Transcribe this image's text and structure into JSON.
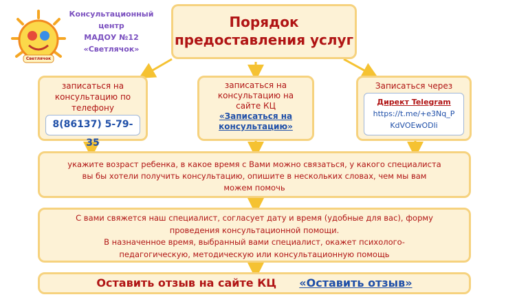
{
  "org": {
    "line1": "Консультационный",
    "line2": "центр",
    "line3": "МАДОУ №12",
    "line4": "«Светлячок»",
    "logo_text": "Светлячок"
  },
  "title": {
    "line1": "Порядок",
    "line2": "предоставления услуг"
  },
  "phone_box": {
    "text_1": "записаться на",
    "text_2": "консультацию по",
    "text_3": "телефону",
    "number": "8(86137) 5-79-35"
  },
  "site_box": {
    "text_1": "записаться на",
    "text_2": "консультацию на",
    "text_3": "сайте КЦ",
    "link_1": "«Записаться на",
    "link_2": "консультацию»"
  },
  "telegram_box": {
    "text": "Записаться через",
    "link_title": "Директ Telegram",
    "url_1": "https://t.me/+e3Nq_P",
    "url_2": "KdVOEwODli"
  },
  "step2": {
    "line1": "укажите возраст ребенка, в какое время с Вами можно связаться, у какого специалиста",
    "line2": "вы бы хотели получить консультацию, опишите в нескольких словах, чем мы вам",
    "line3": "можем помочь"
  },
  "step3": {
    "line1": "С вами свяжется наш специалист, согласует дату и время (удобные для вас), форму",
    "line2": "проведения консультационной помощи.",
    "line3": "В назначенное время, выбранный вами специалист, окажет психолого-",
    "line4": "педагогическую, методическую или  консультационную помощь"
  },
  "feedback": {
    "text": "Оставить отзыв на сайте КЦ",
    "link": "«Оставить отзыв»"
  },
  "colors": {
    "box_fill": "#fdf2d6",
    "box_border": "#f6d27e",
    "arrow": "#f5c232",
    "text_dark_red": "#b01414",
    "link_blue": "#1f4fa8"
  }
}
